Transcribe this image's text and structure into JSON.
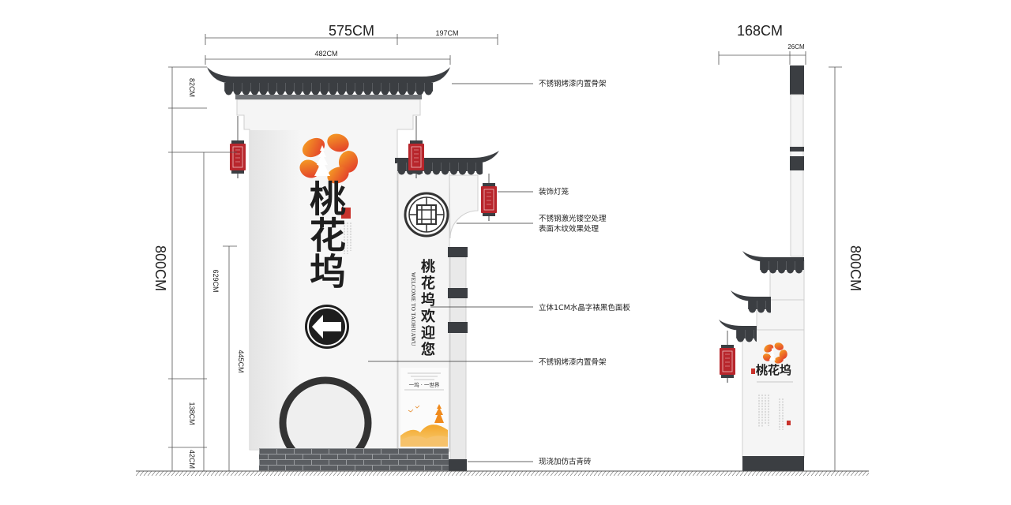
{
  "front_elevation": {
    "dim_width_total": "575CM",
    "dim_width_side": "197CM",
    "dim_width_main": "482CM",
    "dim_height_roof": "82CM",
    "dim_height_total": "800CM",
    "dim_height_main": "629CM",
    "dim_height_side": "445CM",
    "dim_height_lower": "138CM",
    "dim_height_base": "42CM"
  },
  "signage": {
    "main_name": "桃花坞",
    "welcome_cn": "桃花坞欢迎您",
    "welcome_en": "WELCOME TO TAOHUAWU",
    "slogan": "一坞 · 一世界",
    "logo_icon": "peach-blossom-logo",
    "arrow_icon": "left-arrow-icon",
    "lantern_icon": "lantern-icon"
  },
  "annotations": [
    {
      "label": "不锈钢烤漆内置骨架"
    },
    {
      "label": "装饰灯笼"
    },
    {
      "label": "不锈钢激光镂空处理"
    },
    {
      "label": "表面木纹效果处理"
    },
    {
      "label": "立体1CM水晶字裱黑色面板"
    },
    {
      "label": "不锈钢烤漆内置骨架"
    },
    {
      "label": "现浇加仿古青砖"
    }
  ],
  "side_elevation": {
    "dim_width_total": "168CM",
    "dim_width_column": "26CM",
    "dim_height_total": "800CM",
    "name": "桃花坞"
  },
  "colors": {
    "roof": "#3b3e42",
    "wall": "#f5f5f5",
    "wall_edge": "#cfcfcf",
    "lantern": "#b8262c",
    "seal": "#c8322b",
    "brick": "#5b5e62",
    "mortar": "#9a9da0",
    "ink": "#1e1e1e",
    "logo_orange": "#f7a823",
    "logo_red": "#e0312c"
  }
}
